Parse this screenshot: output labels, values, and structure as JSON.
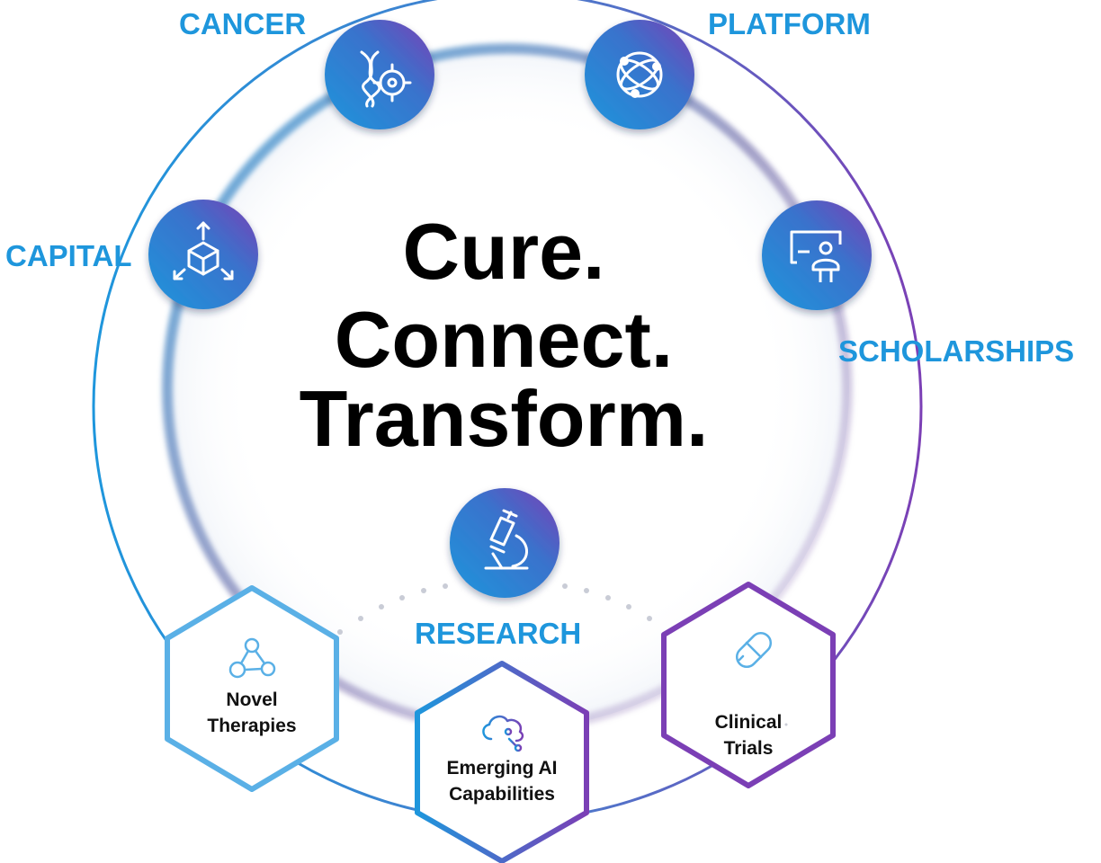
{
  "headline": {
    "line1": "Cure.",
    "line2": "Connect.",
    "line3": "Transform."
  },
  "pillars": {
    "cancer": "CANCER",
    "platform": "PLATFORM",
    "capital": "CAPITAL",
    "scholarships": "SCHOLARSHIPS",
    "research": "RESEARCH"
  },
  "research_areas": {
    "novel_therapies": [
      "Novel",
      "Therapies"
    ],
    "emerging_ai": [
      "Emerging AI",
      "Capabilities"
    ],
    "clinical_trials": [
      "Clinical",
      "Trials"
    ]
  },
  "icons": {
    "cancer": "dna-target-icon",
    "platform": "globe-network-icon",
    "capital": "cube-arrows-icon",
    "scholarships": "presenter-board-icon",
    "research": "microscope-icon",
    "novel_therapies": "molecule-icon",
    "emerging_ai": "cloud-circuit-icon",
    "clinical_trials": "pill-icon"
  },
  "colors": {
    "blue": "#1e96dc",
    "purple": "#7b3fb5",
    "light_blue": "#5ab0e6",
    "text": "#000000"
  }
}
